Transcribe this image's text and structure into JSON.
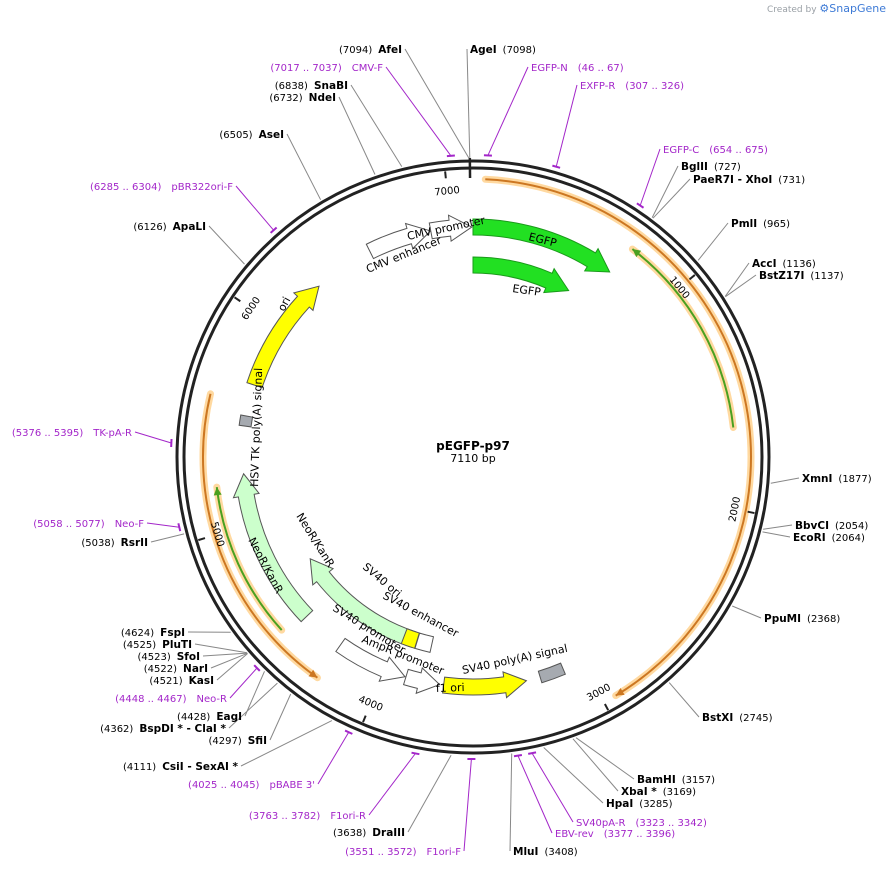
{
  "brand": {
    "created_by": "Created by",
    "logo_glyph": "⚙",
    "name": "SnapGene"
  },
  "plasmid": {
    "name": "pEGFP-p97",
    "size_label": "7110 bp",
    "length": 7110
  },
  "colors": {
    "backbone": "#222222",
    "enzyme_line": "#888888",
    "primer": "#a326c9",
    "egfp": "#22e022",
    "ori": "#ffff00",
    "neo": "#ccffcc",
    "grey_box": "#a6aab0",
    "orf": "#cc7722",
    "orf_glow": "#ffd9a0",
    "orf_green": "#4aa020"
  },
  "ticks": [
    {
      "pos": 1000,
      "label": "1000"
    },
    {
      "pos": 2000,
      "label": "2000"
    },
    {
      "pos": 3000,
      "label": "3000"
    },
    {
      "pos": 4000,
      "label": "4000"
    },
    {
      "pos": 5000,
      "label": "5000"
    },
    {
      "pos": 6000,
      "label": "6000"
    },
    {
      "pos": 7000,
      "label": "7000"
    }
  ],
  "enzymes": [
    {
      "pos": 7094,
      "name": "AfeI",
      "loc": "(7094)"
    },
    {
      "pos": 7098,
      "name": "AgeI",
      "loc": "(7098)"
    },
    {
      "pos": 6838,
      "name": "SnaBI",
      "loc": "(6838)"
    },
    {
      "pos": 6732,
      "name": "NdeI",
      "loc": "(6732)"
    },
    {
      "pos": 6505,
      "name": "AseI",
      "loc": "(6505)"
    },
    {
      "pos": 6126,
      "name": "ApaLI",
      "loc": "(6126)"
    },
    {
      "pos": 727,
      "name": "BglII",
      "loc": "(727)"
    },
    {
      "pos": 731,
      "name": "PaeR7I",
      "suffix": "- XhoI",
      "loc": "(731)"
    },
    {
      "pos": 965,
      "name": "PmlI",
      "loc": "(965)"
    },
    {
      "pos": 1136,
      "name": "AccI",
      "loc": "(1136)"
    },
    {
      "pos": 1137,
      "name": "BstZ17I",
      "loc": "(1137)"
    },
    {
      "pos": 1877,
      "name": "XmnI",
      "loc": "(1877)"
    },
    {
      "pos": 2054,
      "name": "BbvCI",
      "loc": "(2054)"
    },
    {
      "pos": 2064,
      "name": "EcoRI",
      "loc": "(2064)"
    },
    {
      "pos": 2368,
      "name": "PpuMI",
      "loc": "(2368)"
    },
    {
      "pos": 2745,
      "name": "BstXI",
      "loc": "(2745)"
    },
    {
      "pos": 3157,
      "name": "BamHI",
      "loc": "(3157)"
    },
    {
      "pos": 3169,
      "name": "XbaI *",
      "loc": "(3169)"
    },
    {
      "pos": 3285,
      "name": "HpaI",
      "loc": "(3285)"
    },
    {
      "pos": 3408,
      "name": "MluI",
      "loc": "(3408)"
    },
    {
      "pos": 3638,
      "name": "DraIII",
      "loc": "(3638)"
    },
    {
      "pos": 4111,
      "name": "CsiI",
      "suffix": "- SexAI *",
      "loc": "(4111)"
    },
    {
      "pos": 4297,
      "name": "SfiI",
      "loc": "(4297)"
    },
    {
      "pos": 4362,
      "name": "BspDI *",
      "suffix": "- ClaI *",
      "loc": "(4362)"
    },
    {
      "pos": 4428,
      "name": "EagI",
      "loc": "(4428)"
    },
    {
      "pos": 4521,
      "name": "KasI",
      "loc": "(4521)"
    },
    {
      "pos": 4522,
      "name": "NarI",
      "loc": "(4522)"
    },
    {
      "pos": 4523,
      "name": "SfoI",
      "loc": "(4523)"
    },
    {
      "pos": 4525,
      "name": "PluTI",
      "loc": "(4525)"
    },
    {
      "pos": 4624,
      "name": "FspI",
      "loc": "(4624)"
    },
    {
      "pos": 5038,
      "name": "RsrII",
      "loc": "(5038)"
    }
  ],
  "primers": [
    {
      "pos": 7027,
      "name": "CMV-F",
      "loc": "(7017 .. 7037)"
    },
    {
      "pos": 56,
      "name": "EGFP-N",
      "loc": "(46 .. 67)"
    },
    {
      "pos": 316,
      "name": "EXFP-R",
      "loc": "(307 .. 326)"
    },
    {
      "pos": 664,
      "name": "EGFP-C",
      "loc": "(654 .. 675)"
    },
    {
      "pos": 6294,
      "name": "pBR322ori-F",
      "loc": "(6285 .. 6304)"
    },
    {
      "pos": 5385,
      "name": "TK-pA-R",
      "loc": "(5376 .. 5395)"
    },
    {
      "pos": 5067,
      "name": "Neo-F",
      "loc": "(5058 .. 5077)"
    },
    {
      "pos": 4457,
      "name": "Neo-R",
      "loc": "(4448 .. 4467)"
    },
    {
      "pos": 4035,
      "name": "pBABE 3'",
      "loc": "(4025 .. 4045)"
    },
    {
      "pos": 3772,
      "name": "F1ori-R",
      "loc": "(3763 .. 3782)"
    },
    {
      "pos": 3561,
      "name": "F1ori-F",
      "loc": "(3551 .. 3572)"
    },
    {
      "pos": 3332,
      "name": "SV40pA-R",
      "loc": "(3323 .. 3342)"
    },
    {
      "pos": 3386,
      "name": "EBV-rev",
      "loc": "(3377 .. 3396)"
    }
  ],
  "features": [
    {
      "name": "CMV enhancer",
      "type": "promoter",
      "start": 6584,
      "end": 6900,
      "dir": 1,
      "ring": 0
    },
    {
      "name": "CMV promoter",
      "type": "promoter",
      "start": 6901,
      "end": 7104,
      "dir": 1,
      "ring": 0
    },
    {
      "name": "EGFP",
      "type": "egfp",
      "start": 0,
      "end": 720,
      "dir": 1,
      "ring": 0
    },
    {
      "name": "EGFP",
      "type": "egfp",
      "start": 0,
      "end": 590,
      "dir": 1,
      "ring": 1
    },
    {
      "name": "ori",
      "type": "ori",
      "start": 5692,
      "end": 6280,
      "dir": 1,
      "ring": 0
    },
    {
      "name": "HSV TK poly(A) signal",
      "type": "box",
      "start": 5485,
      "end": 5535,
      "dir": 0,
      "ring": 0
    },
    {
      "name": "NeoR/KanR",
      "type": "neo",
      "start": 4468,
      "end": 5250,
      "dir": 1,
      "ring": 0
    },
    {
      "name": "NeoR/KanR",
      "type": "neo",
      "start": 3910,
      "end": 4700,
      "dir": 1,
      "ring": 1
    },
    {
      "name": "SV40 ori",
      "type": "ori",
      "start": 3890,
      "end": 3970,
      "dir": 0,
      "ring": 1
    },
    {
      "name": "SV40 enhancer",
      "type": "promoter",
      "start": 3800,
      "end": 3888,
      "dir": 0,
      "ring": 1
    },
    {
      "name": "SV40 promoter",
      "type": "promoter",
      "start": 3895,
      "end": 4250,
      "dir": -1,
      "ring": 0
    },
    {
      "name": "AmpR promoter",
      "type": "promoter",
      "start": 3720,
      "end": 3890,
      "dir": -1,
      "ring": 0
    },
    {
      "name": "f1 ori",
      "type": "ori",
      "start": 3290,
      "end": 3700,
      "dir": -1,
      "ring": 0
    },
    {
      "name": "SV40 poly(A) signal",
      "type": "box",
      "start": 3100,
      "end": 3220,
      "dir": 0,
      "ring": 0
    }
  ],
  "orfs": [
    {
      "start": 50,
      "end": 2945,
      "dir": 1,
      "r": 278,
      "color": "orange"
    },
    {
      "start": 740,
      "end": 1650,
      "dir": -1,
      "r": 262,
      "color": "green"
    },
    {
      "start": 4250,
      "end": 5600,
      "dir": -1,
      "r": 270,
      "color": "orange"
    },
    {
      "start": 4500,
      "end": 5200,
      "dir": 1,
      "r": 258,
      "color": "green"
    }
  ],
  "feature_labels": [
    {
      "text": "CMV promoter",
      "name": "label-cmv-promoter"
    },
    {
      "text": "CMV enhancer",
      "name": "label-cmv-enhancer"
    },
    {
      "text": "EGFP",
      "name": "label-egfp-1"
    },
    {
      "text": "EGFP",
      "name": "label-egfp-2"
    },
    {
      "text": "ori",
      "name": "label-ori"
    },
    {
      "text": "HSV TK poly(A) signal",
      "name": "label-hsv-tk"
    },
    {
      "text": "NeoR/KanR",
      "name": "label-neo-outer"
    },
    {
      "text": "NeoR/KanR",
      "name": "label-neo-inner"
    },
    {
      "text": "SV40 ori",
      "name": "label-sv40-ori"
    },
    {
      "text": "SV40 enhancer",
      "name": "label-sv40-enhancer"
    },
    {
      "text": "SV40 promoter",
      "name": "label-sv40-promoter"
    },
    {
      "text": "AmpR promoter",
      "name": "label-ampr-promoter"
    },
    {
      "text": "f1 ori",
      "name": "label-f1-ori"
    },
    {
      "text": "SV40 poly(A) signal",
      "name": "label-sv40-polya"
    }
  ]
}
